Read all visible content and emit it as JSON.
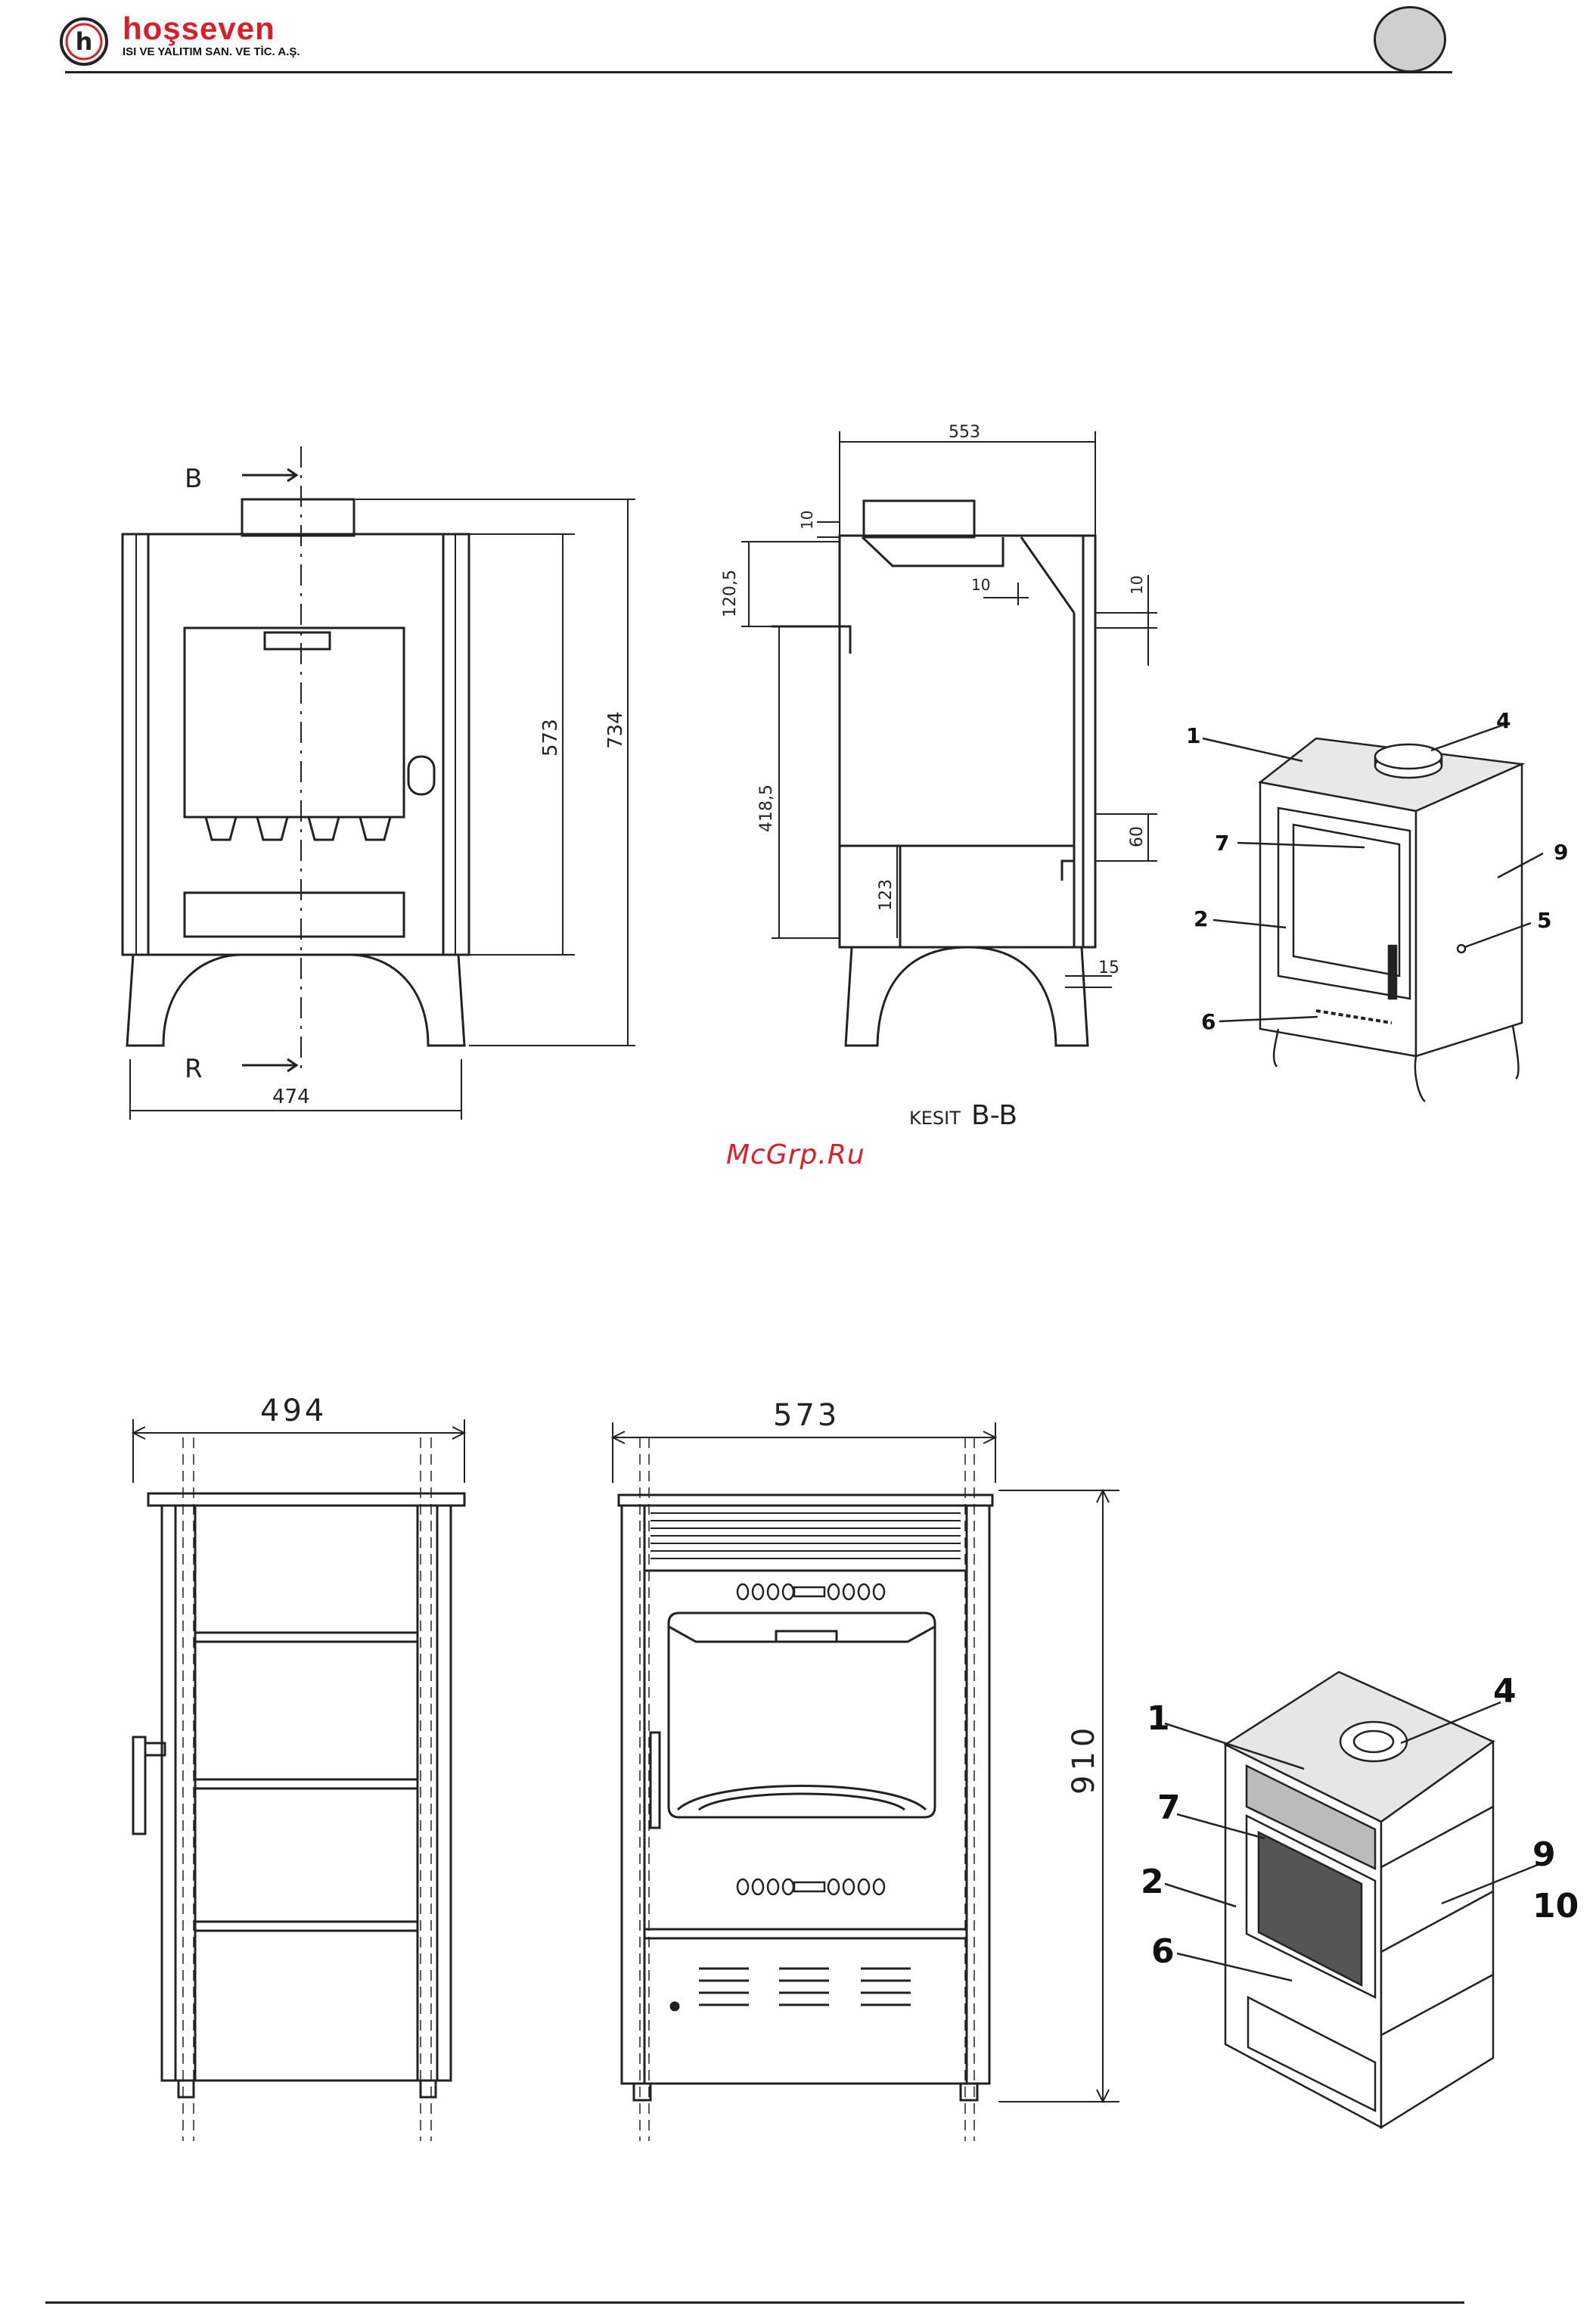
{
  "header": {
    "brand_name": "hoşseven",
    "brand_subtitle": "ISI VE YALITIM SAN. VE TİC. A.Ş."
  },
  "watermark": "McGrp.Ru",
  "top_drawings": {
    "front_view": {
      "section_mark_top": "B",
      "section_mark_bottom": "R",
      "dim_width": "474",
      "dim_body_height": "573",
      "dim_total_height": "734"
    },
    "section_view": {
      "caption_prefix": "KESIT",
      "caption_section": "B-B",
      "dim_top_width": "553",
      "dim_10_top": "10",
      "dim_120_5": "120,5",
      "dim_10_inner": "10",
      "dim_10_right": "10",
      "dim_418_5": "418,5",
      "dim_123": "123",
      "dim_60": "60",
      "dim_15": "15"
    },
    "iso_view_callouts": [
      "1",
      "4",
      "7",
      "9",
      "2",
      "5",
      "6"
    ]
  },
  "bottom_drawings": {
    "side_view": {
      "dim_width": "494"
    },
    "front_view": {
      "dim_width": "573",
      "dim_height": "910"
    },
    "iso_view_callouts": [
      "1",
      "4",
      "7",
      "2",
      "9",
      "10",
      "6"
    ]
  }
}
